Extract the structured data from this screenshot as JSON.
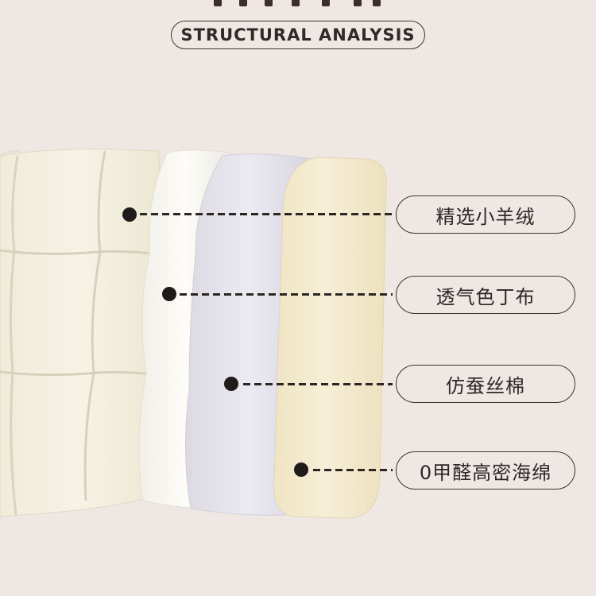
{
  "header": {
    "title": "STRUCTURAL ANALYSIS"
  },
  "layers": [
    {
      "label": "精选小羊绒"
    },
    {
      "label": "透气色丁布"
    },
    {
      "label": "仿蚕丝棉"
    },
    {
      "label": "0甲醛高密海绵"
    }
  ],
  "colors": {
    "background": "#efe7e4",
    "leather": "#f4f1e3",
    "white_fabric": "#fbfaf6",
    "lavender_cotton": "#e7e4ef",
    "foam": "#f3ebcf",
    "accent": "#2b2624"
  }
}
